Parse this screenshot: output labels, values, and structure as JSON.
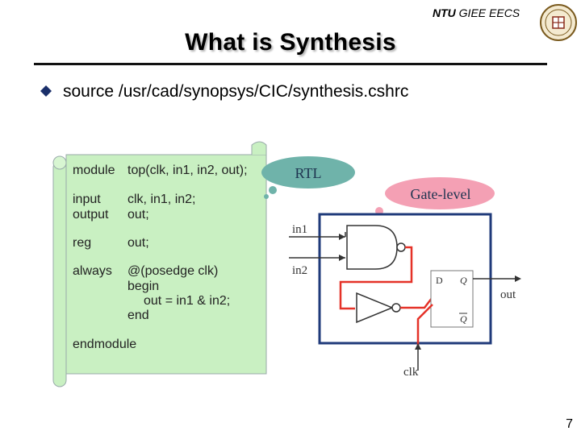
{
  "header": {
    "org_main": "NTU",
    "org_rest": "GIEE EECS"
  },
  "slide": {
    "title": "What is Synthesis",
    "bullet": "source /usr/cad/synopsys/CIC/synthesis.cshrc",
    "page_number": "7"
  },
  "scroll": {
    "lines": [
      {
        "kw": "module",
        "arg": "top(clk, in1, in2, out);"
      },
      {
        "kw": "input",
        "arg": "clk, in1, in2;"
      },
      {
        "kw": "output",
        "arg": "out;"
      },
      {
        "kw": "reg",
        "arg": "out;"
      },
      {
        "kw": "always",
        "arg": "@(posedge clk)"
      },
      {
        "kw": "",
        "arg": "begin"
      },
      {
        "kw": "",
        "arg": "out = in1 & in2;"
      },
      {
        "kw": "",
        "arg": "end"
      },
      {
        "kw": "endmodule",
        "arg": ""
      }
    ]
  },
  "bubbles": {
    "rtl": "RTL",
    "gate": "Gate-level"
  },
  "circuit": {
    "in1": "in1",
    "in2": "in2",
    "out": "out",
    "clk": "clk",
    "ff_d": "D",
    "ff_q": "Q",
    "ff_qbar": "Q"
  },
  "colors": {
    "scroll_fill": "#c9f0c2",
    "bubble_rtl": "#6fb3aa",
    "bubble_gate": "#f4a0b4",
    "wire_red": "#e53228",
    "box_blue": "#1f3a7a"
  }
}
